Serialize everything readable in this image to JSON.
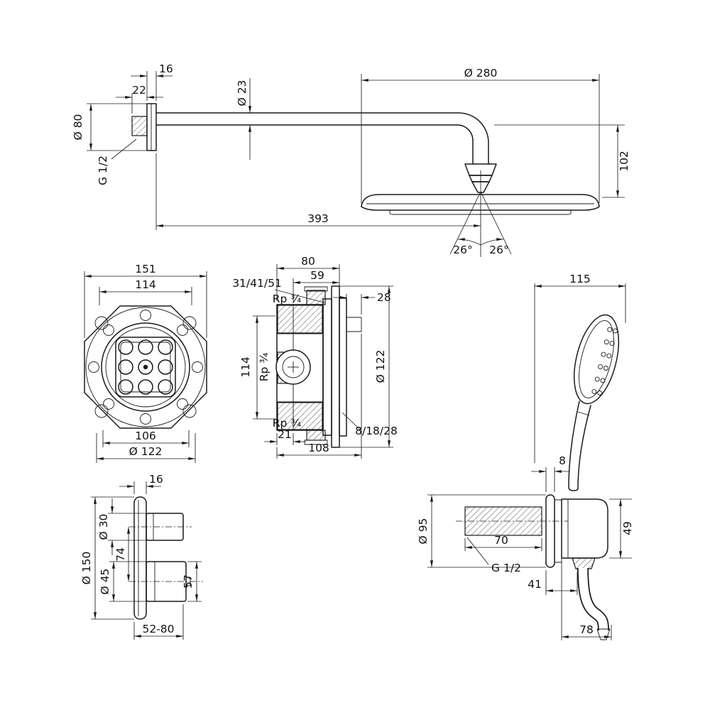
{
  "page": {
    "background": "#ffffff",
    "line_color": "#1a1a1a"
  },
  "views": {
    "overhead": {
      "label": "overhead-shower-with-arm",
      "dims": {
        "flange_depth": "16",
        "stub_length": "22",
        "arm_diameter": "Ø 23",
        "head_diameter": "Ø 280",
        "escutcheon_diameter": "Ø 80",
        "connection_thread": "G 1/2",
        "head_height": "102",
        "arm_reach": "393",
        "spray_angle_left": "26°",
        "spray_angle_right": "26°"
      }
    },
    "basic_set_front": {
      "label": "concealed-basic-set-front",
      "dims": {
        "overall_width": "151",
        "inner_width": "114",
        "lower_width": "106",
        "diameter": "Ø 122"
      }
    },
    "basic_set_side": {
      "label": "concealed-basic-set-side",
      "dims": {
        "overall_depth": "80",
        "front_depth": "59",
        "install_depth_options": "31/41/51",
        "top_offset": "28",
        "thread_top": "Rp ¾",
        "port_spacing": "114",
        "thread_side": "Rp ¾",
        "flange_diameter": "Ø 122",
        "thread_bottom": "Rp ¾",
        "bottom_offset": "21",
        "body_depth": "108",
        "trim_depth_options": "8/18/28"
      }
    },
    "hand_shower": {
      "label": "hand-shower",
      "dims": {
        "overall_width": "115"
      }
    },
    "thermostat": {
      "label": "thermostat-trim",
      "dims": {
        "plate_depth": "16",
        "small_handle_diameter": "Ø 30",
        "plate_diameter": "Ø 150",
        "handle_spacing": "74",
        "large_handle_diameter": "Ø 45",
        "handle_projection": "57",
        "install_depth_range": "52-80"
      }
    },
    "wall_outlet": {
      "label": "wall-outlet-with-holder",
      "dims": {
        "plate_depth": "8",
        "plate_diameter": "Ø 95",
        "pipe_length": "70",
        "connection_thread": "G 1/2",
        "body_height": "49",
        "hose_offset": "41",
        "projection": "78"
      }
    }
  }
}
